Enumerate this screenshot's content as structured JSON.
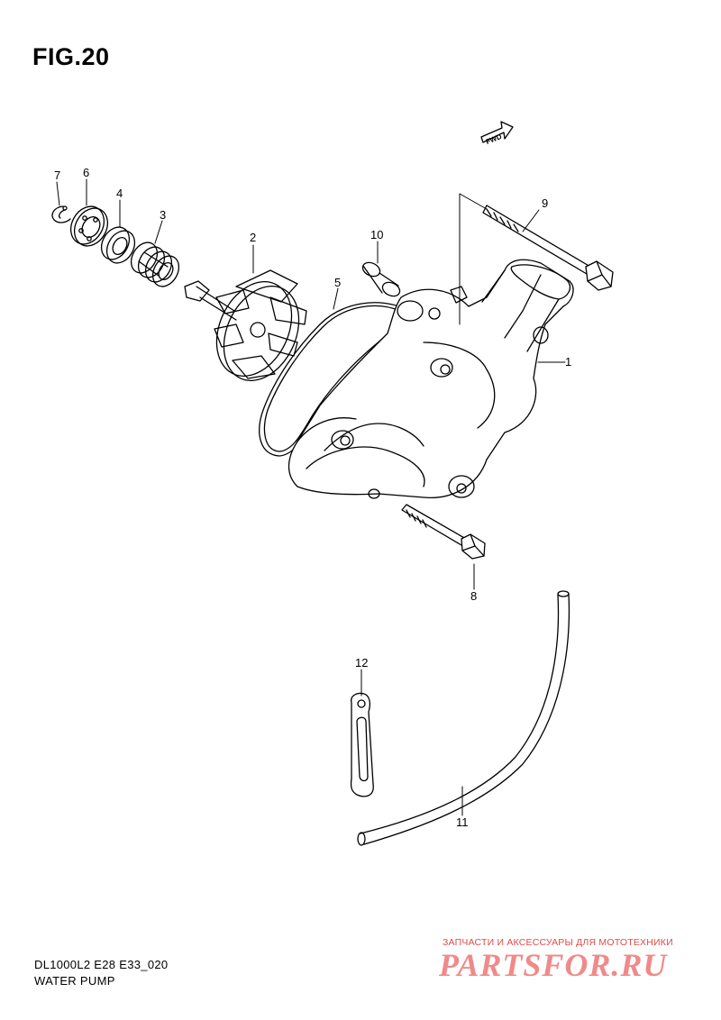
{
  "figure": {
    "title": "FIG.20",
    "direction_badge": "FWD"
  },
  "callouts": [
    {
      "id": "c1",
      "label": "1"
    },
    {
      "id": "c2",
      "label": "2"
    },
    {
      "id": "c3",
      "label": "3"
    },
    {
      "id": "c4",
      "label": "4"
    },
    {
      "id": "c5",
      "label": "5"
    },
    {
      "id": "c6",
      "label": "6"
    },
    {
      "id": "c7",
      "label": "7"
    },
    {
      "id": "c8",
      "label": "8"
    },
    {
      "id": "c9",
      "label": "9"
    },
    {
      "id": "c10",
      "label": "10"
    },
    {
      "id": "c11",
      "label": "11"
    },
    {
      "id": "c12",
      "label": "12"
    }
  ],
  "footer": {
    "model_code": "DL1000L2 E28 E33_020",
    "section_name": "WATER PUMP"
  },
  "watermark": {
    "tagline": "ЗАПЧАСТИ И АКСЕССУАРЫ ДЛЯ МОТОТЕХНИКИ",
    "brand": "PARTSFOR.RU"
  }
}
